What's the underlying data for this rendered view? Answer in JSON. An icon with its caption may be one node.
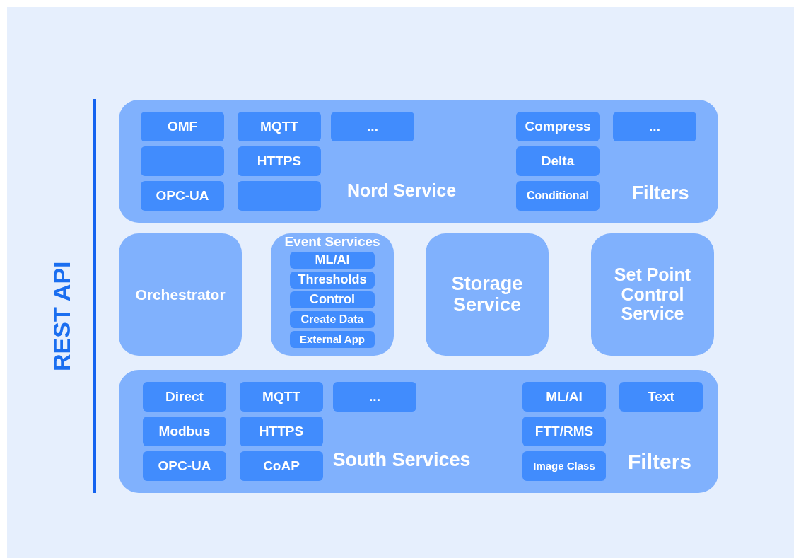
{
  "diagram": {
    "nodes": [
      {
        "text": [
          "Nord Service",
          "Filters"
        ]
      },
      {
        "text": [
          "OMF"
        ],
        "in": 0
      },
      {
        "text": [
          "MQTT"
        ],
        "in": 0
      },
      {
        "text": [
          "..."
        ],
        "in": 0
      },
      {
        "text": [
          "Compress"
        ],
        "in": 0
      },
      {
        "text": [
          "..."
        ],
        "in": 0
      },
      {
        "text": [],
        "shape": "box",
        "in": 0
      },
      {
        "text": [
          "HTTPS"
        ],
        "in": 0
      },
      {
        "text": [
          "Delta"
        ],
        "in": 0
      },
      {
        "text": [
          "OPC-UA"
        ],
        "in": 0
      },
      {
        "text": [],
        "shape": "box",
        "in": 0
      },
      {
        "text": [
          "Conditional"
        ],
        "in": 0
      },
      {
        "text": [
          "Orchestrator"
        ]
      },
      {
        "text": [
          "Event Services"
        ]
      },
      {
        "text": [
          "ML/AI"
        ],
        "in": 13
      },
      {
        "text": [
          "Thresholds"
        ],
        "in": 13
      },
      {
        "text": [
          "Control"
        ],
        "in": 13
      },
      {
        "text": [
          "Create Data"
        ],
        "in": 13
      },
      {
        "text": [
          "External App"
        ],
        "in": 13
      },
      {
        "text": [
          "Storage Service"
        ]
      },
      {
        "text": [
          "Set Point Control Service"
        ]
      },
      {
        "text": [
          "South Services",
          "Filters"
        ]
      },
      {
        "text": [
          "Direct"
        ],
        "in": 21
      },
      {
        "text": [
          "MQTT"
        ],
        "in": 21
      },
      {
        "text": [
          "..."
        ],
        "in": 21
      },
      {
        "text": [
          "ML/AI"
        ],
        "in": 21
      },
      {
        "text": [
          "Text"
        ],
        "in": 21
      },
      {
        "text": [
          "Modbus"
        ],
        "in": 21
      },
      {
        "text": [
          "HTTPS"
        ],
        "in": 21
      },
      {
        "text": [
          "FTT/RMS"
        ],
        "in": 21
      },
      {
        "text": [
          "OPC-UA"
        ],
        "in": 21
      },
      {
        "text": [
          "CoAP"
        ],
        "in": 21
      },
      {
        "text": [
          "Image Class"
        ],
        "in": 21
      }
    ],
    "labels": [
      "REST API"
    ]
  }
}
